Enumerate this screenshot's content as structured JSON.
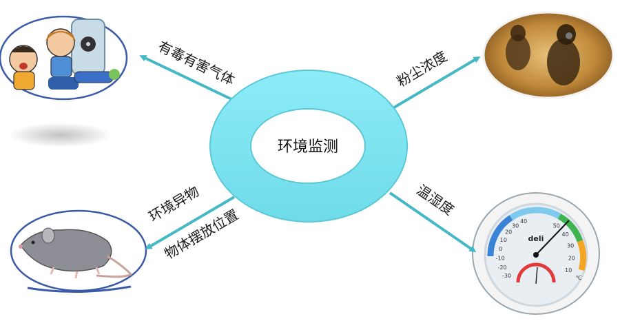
{
  "center": {
    "label": "环境监测"
  },
  "branches": [
    {
      "id": "toxic-gas",
      "label": "有毒有害气体"
    },
    {
      "id": "dust",
      "label": "粉尘浓度"
    },
    {
      "id": "foreign-object",
      "label_line1": "环境异物",
      "label_line2": "物体摆放位置"
    },
    {
      "id": "temp-humidity",
      "label": "温湿度"
    }
  ],
  "thermometer": {
    "brand": "deli",
    "scale_left": [
      "40",
      "30",
      "20",
      "10",
      "0",
      "-10",
      "-20",
      "-30"
    ],
    "scale_right": [
      "50",
      "40",
      "30",
      "20",
      "10"
    ],
    "unit": "℃"
  },
  "colors": {
    "ring_fill": "#7fe6f2",
    "ring_stroke": "#5cc7d6",
    "arrow": "#45b8c6"
  }
}
